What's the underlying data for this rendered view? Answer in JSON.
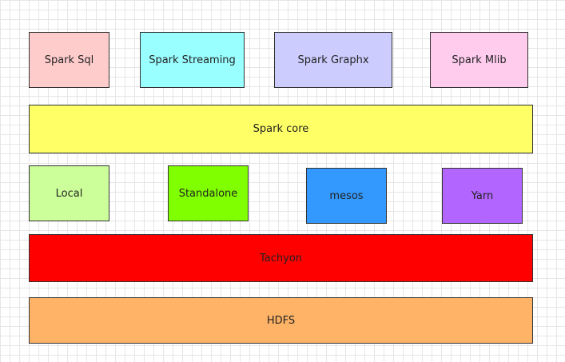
{
  "diagram": {
    "blocks": {
      "spark_sql": {
        "label": "Spark Sql",
        "color": "#ffcccc"
      },
      "spark_streaming": {
        "label": "Spark Streaming",
        "color": "#99ffff"
      },
      "spark_graphx": {
        "label": "Spark Graphx",
        "color": "#ccccff"
      },
      "spark_mlib": {
        "label": "Spark Mlib",
        "color": "#ffccee"
      },
      "spark_core": {
        "label": "Spark core",
        "color": "#ffff66"
      },
      "local": {
        "label": "Local",
        "color": "#ccff99"
      },
      "standalone": {
        "label": "Standalone",
        "color": "#80ff00"
      },
      "mesos": {
        "label": "mesos",
        "color": "#3399ff"
      },
      "yarn": {
        "label": "Yarn",
        "color": "#b266ff"
      },
      "tachyon": {
        "label": "Tachyon",
        "color": "#ff0000"
      },
      "hdfs": {
        "label": "HDFS",
        "color": "#ffb366"
      }
    }
  }
}
